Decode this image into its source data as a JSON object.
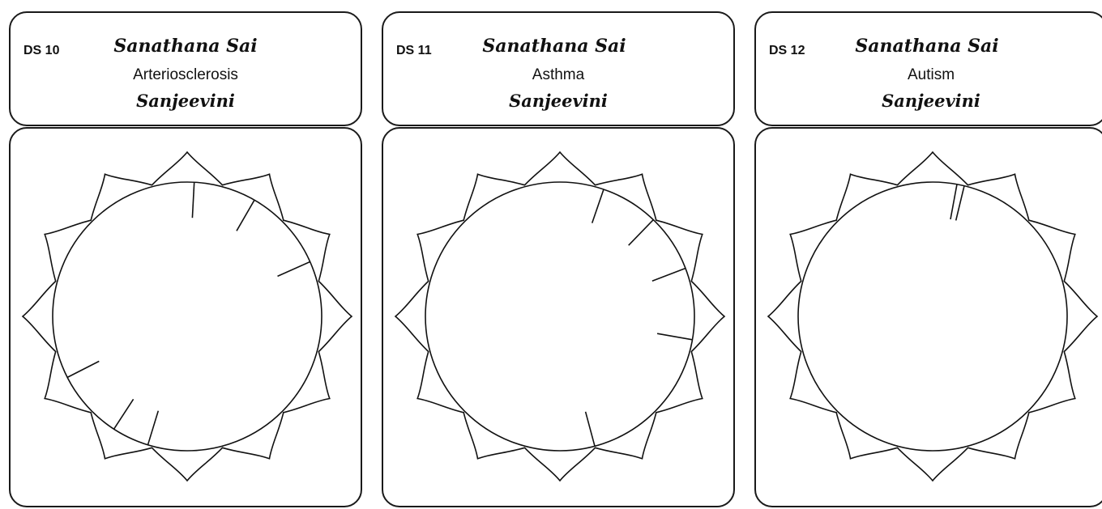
{
  "cards": [
    {
      "code": "DS 10",
      "brand_top": "Sanathana Sai",
      "remedy": "Arteriosclerosis",
      "brand_bottom": "Sanjeevini",
      "ticks": [
        {
          "angle": 3,
          "double": false
        },
        {
          "angle": 30,
          "double": false
        },
        {
          "angle": 66,
          "double": false
        },
        {
          "angle": 197,
          "double": false
        },
        {
          "angle": 213,
          "double": false
        },
        {
          "angle": 243,
          "double": false
        }
      ]
    },
    {
      "code": "DS 11",
      "brand_top": "Sanathana Sai",
      "remedy": "Asthma",
      "brand_bottom": "Sanjeevini",
      "ticks": [
        {
          "angle": 19,
          "double": false
        },
        {
          "angle": 44,
          "double": false
        },
        {
          "angle": 69,
          "double": false
        },
        {
          "angle": 100,
          "double": false
        },
        {
          "angle": 165,
          "double": false
        }
      ]
    },
    {
      "code": "DS 12",
      "brand_top": "Sanathana Sai",
      "remedy": "Autism",
      "brand_bottom": "Sanjeevini",
      "ticks": [
        {
          "angle": 12,
          "double": true
        }
      ]
    }
  ]
}
